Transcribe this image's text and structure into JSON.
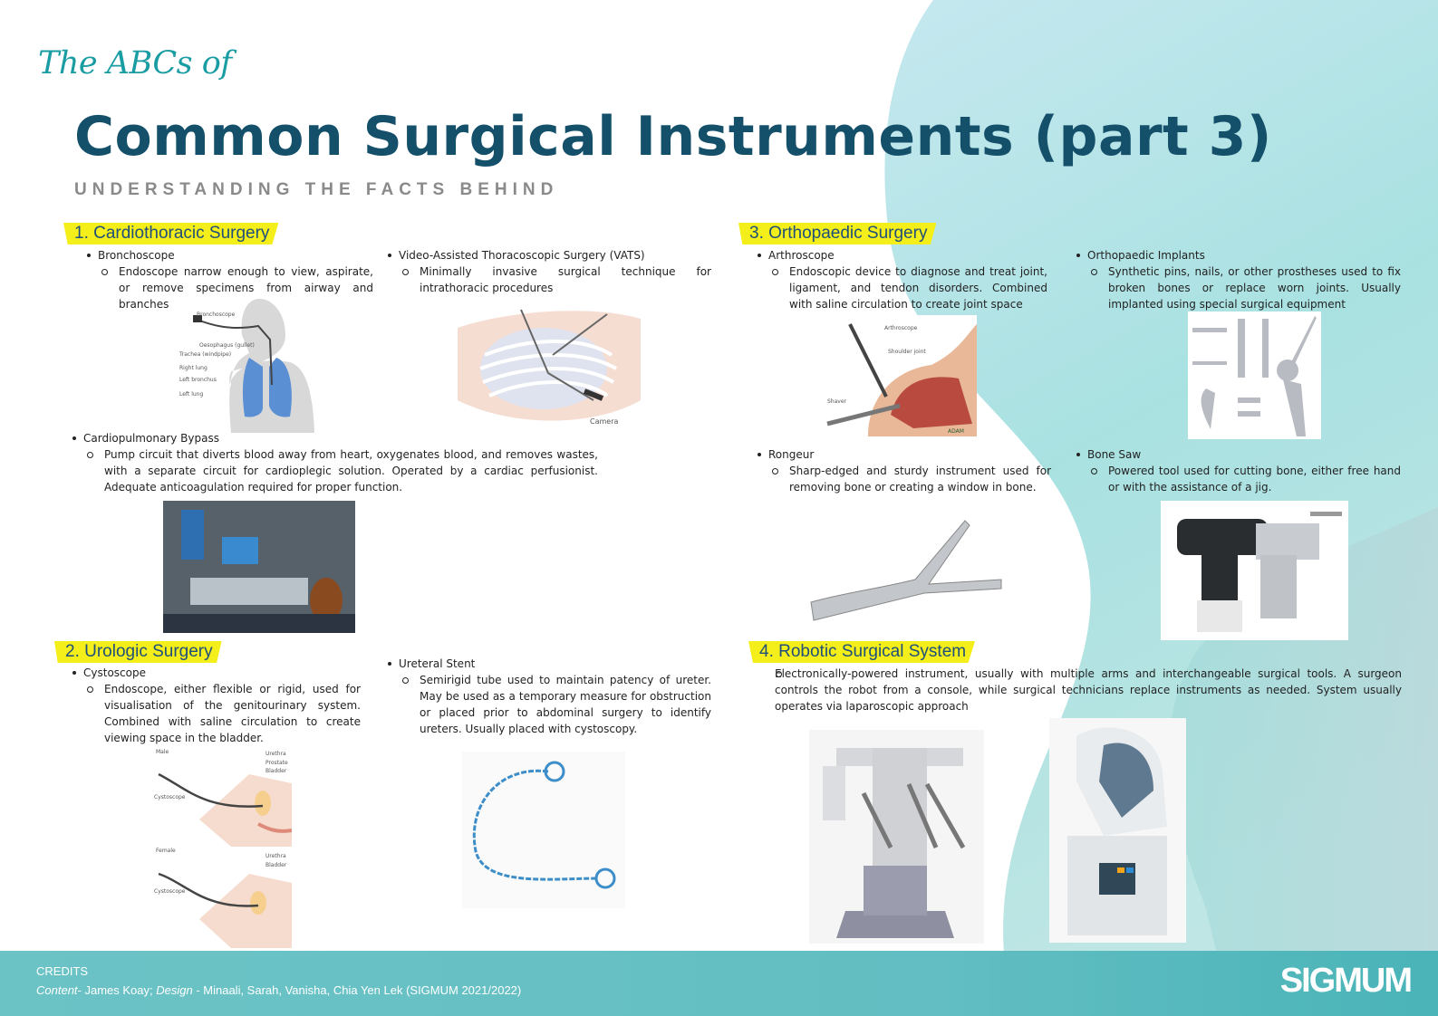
{
  "header": {
    "pretitle": "The ABCs of",
    "title": "Common Surgical Instruments (part 3)",
    "subtitle": "UNDERSTANDING THE FACTS BEHIND"
  },
  "sections": [
    {
      "heading": "1. Cardiothoracic Surgery",
      "items": [
        {
          "name": "Bronchoscope",
          "desc": "Endoscope narrow enough to view, aspirate, or remove specimens from airway and branches",
          "image_labels": [
            "Bronchoscope",
            "Oesophagus (gullet)",
            "Trachea (windpipe)",
            "Right lung",
            "Left bronchus",
            "Left lung"
          ]
        },
        {
          "name": "Video-Assisted Thoracoscopic Surgery (VATS)",
          "desc": "Minimally invasive surgical technique for intrathoracic procedures",
          "image_labels": [
            "Camera"
          ]
        },
        {
          "name": "Cardiopulmonary Bypass",
          "desc": "Pump circuit that diverts blood away from heart, oxygenates blood, and removes wastes, with a separate circuit for cardioplegic solution. Operated by a cardiac perfusionist. Adequate anticoagulation required for proper function."
        }
      ]
    },
    {
      "heading": "2. Urologic Surgery",
      "items": [
        {
          "name": "Cystoscope",
          "desc": "Endoscope, either flexible or rigid, used for visualisation of the genitourinary system. Combined with saline circulation to create viewing space in the bladder.",
          "image_labels": [
            "Male",
            "Urethra",
            "Prostate",
            "Bladder",
            "Cystoscope",
            "Female",
            "Urethra",
            "Bladder",
            "Cystoscope"
          ]
        },
        {
          "name": "Ureteral Stent",
          "desc": "Semirigid tube used to maintain patency of ureter. May be used as a temporary measure for obstruction or placed prior to abdominal surgery to identify ureters. Usually placed with cystoscopy."
        }
      ]
    },
    {
      "heading": "3. Orthopaedic Surgery",
      "items": [
        {
          "name": "Arthroscope",
          "desc": "Endoscopic device to diagnose and treat joint, ligament, and tendon disorders. Combined with saline circulation to create joint space",
          "image_labels": [
            "Arthroscope",
            "Shoulder joint",
            "Shaver",
            "ADAM"
          ]
        },
        {
          "name": "Orthopaedic Implants",
          "desc": "Synthetic pins, nails, or other prostheses used to fix broken bones or replace worn joints. Usually implanted using special surgical equipment"
        },
        {
          "name": "Rongeur",
          "desc": "Sharp-edged and sturdy instrument used for removing bone or creating a window in bone."
        },
        {
          "name": "Bone Saw",
          "desc": "Powered tool used for cutting bone, either free hand or with the assistance of a jig."
        }
      ]
    },
    {
      "heading": "4. Robotic Surgical System",
      "items": [
        {
          "desc": "Electronically-powered instrument, usually with multiple arms and interchangeable surgical tools. A surgeon controls the robot from a console, while surgical technicians replace instruments as needed. System usually operates via laparoscopic approach"
        }
      ]
    }
  ],
  "footer": {
    "credits_label": "CREDITS",
    "content_label": "Content",
    "content_names": "- James Koay; ",
    "design_label": "Design",
    "design_names": " - Minaali, Sarah, Vanisha, Chia Yen Lek (SIGMUM 2021/2022)",
    "logo": "SIGMUM"
  },
  "colors": {
    "title": "#15506b",
    "accent": "#1a9ca3",
    "highlight": "#f4ee1a",
    "footer": "#66c0c4"
  }
}
